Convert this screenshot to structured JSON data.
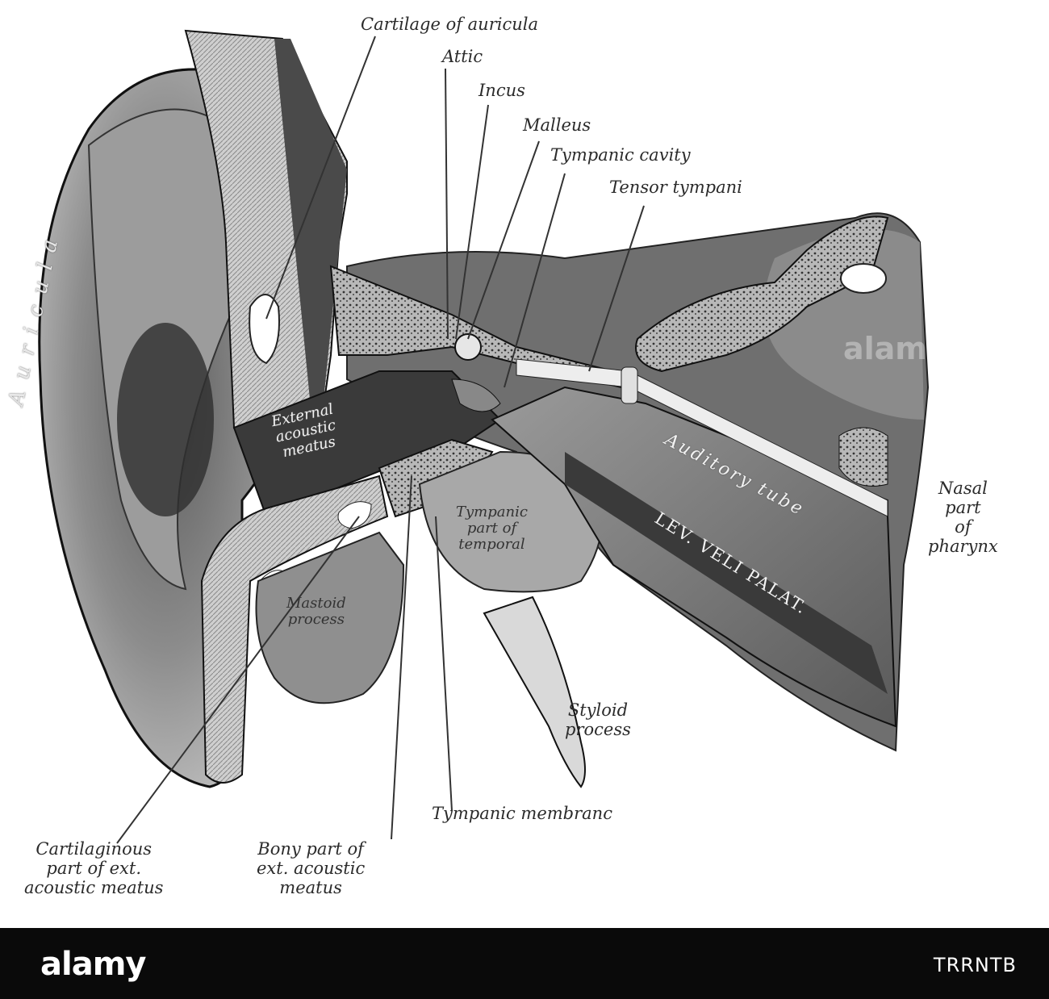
{
  "labels": {
    "cartilage_auricula": "Cartilage of auricula",
    "attic": "Attic",
    "incus": "Incus",
    "malleus": "Malleus",
    "tympanic_cavity": "Tympanic cavity",
    "tensor_tympani": "Tensor tympani",
    "auricula": "Auricula",
    "external_meatus": "External\nacoustic\nmeatus",
    "auditory_tube": "Auditory tube",
    "lev_veli": "LEV. VELI PALAT.",
    "tympanic_part": "Tympanic\npart of\ntemporal",
    "mastoid": "Mastoid\nprocess",
    "nasal_pharynx": "Nasal\npart\nof\npharynx",
    "styloid": "Styloid\nprocess",
    "tympanic_membrane": "Tympanic membranc",
    "cartilaginous_part": "Cartilaginous\npart of ext.\nacoustic meatus",
    "bony_part": "Bony part of\next. acoustic\nmeatus"
  },
  "footer": {
    "logo": "alamy",
    "image_id": "TRRNTB"
  },
  "watermark": "alamy"
}
